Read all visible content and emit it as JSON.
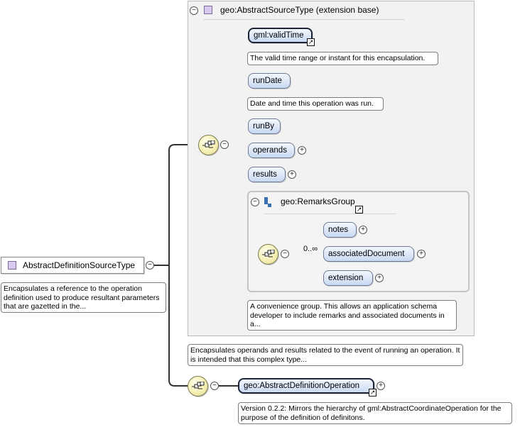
{
  "root": {
    "name": "AbstractDefinitionSourceType",
    "doc": "Encapsulates a reference to the operation definition used to produce resultant parameters that are gazetted in the..."
  },
  "extension": {
    "title": "geo:AbstractSourceType (extension base)",
    "doc": "Encapsulates operands and results related to the event of running an operation. It is intended that this complex type..."
  },
  "elements": {
    "valid_time": {
      "label": "gml:validTime",
      "doc": "The valid time range or instant for this encapsulation."
    },
    "run_date": {
      "label": "runDate",
      "doc": "Date and time this operation was run."
    },
    "run_by": {
      "label": "runBy"
    },
    "operands": {
      "label": "operands"
    },
    "results": {
      "label": "results"
    }
  },
  "remarks_group": {
    "title": "geo:RemarksGroup",
    "occurrence": "0..∞",
    "items": [
      "notes",
      "associatedDocument",
      "extension"
    ],
    "doc": "A convenience group. This allows an application schema developer to include remarks and associated documents in a..."
  },
  "definition_operation": {
    "label": "geo:AbstractDefinitionOperation",
    "doc": "Version 0.2.2: Mirrors the hierarchy of gml:AbstractCoordinateOperation for the purpose of the definition of definitons."
  },
  "symbols": {
    "collapse": "⊖",
    "expand": "+",
    "minus": "−",
    "reference": "↗"
  },
  "colors": {
    "element_fill": "#c9d9f2",
    "sequence_fill": "#f6f0b4",
    "panel_fill": "#f2f2f2",
    "complex_type_icon": "#d9c8ef"
  }
}
